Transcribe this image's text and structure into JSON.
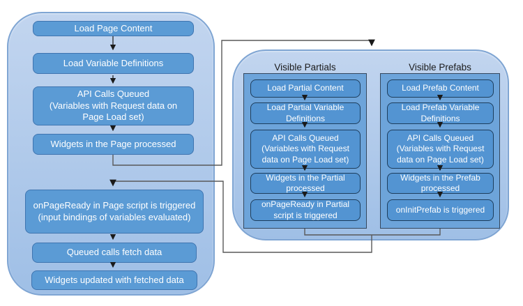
{
  "page": {
    "steps": [
      "Load Page Content",
      "Load Variable Definitions",
      "API Calls Queued\n(Variables with Request data on\nPage Load set)",
      "Widgets in the Page processed",
      "onPageReady in Page script is triggered\n(input bindings of variables evaluated)",
      "Queued calls fetch data",
      "Widgets updated with fetched data"
    ]
  },
  "partials": {
    "title": "Visible Partials",
    "steps": [
      "Load Partial Content",
      "Load Partial Variable\nDefinitions",
      "API Calls Queued\n(Variables with Request\ndata on Page Load set)",
      "Widgets in the Partial\nprocessed",
      "onPageReady in Partial\nscript is triggered"
    ]
  },
  "prefabs": {
    "title": "Visible Prefabs",
    "steps": [
      "Load Prefab Content",
      "Load Prefab Variable\nDefinitions",
      "API Calls Queued\n(Variables with Request\ndata on Page Load set)",
      "Widgets in the Prefab\nprocessed",
      "onInitPrefab is triggered"
    ]
  },
  "colors": {
    "container_fill_top": "#c2d5ef",
    "container_fill_bottom": "#9fbfe6",
    "container_border": "#7fa5d3",
    "box_fill": "#5b9bd5",
    "box_border": "#3e74b0",
    "panel_fill": "#6da4da",
    "panel_border": "#33475e",
    "panel_box_fill": "#5394d2",
    "panel_box_border": "#1d3d5c",
    "connector": "#595959",
    "arrow": "#1a1a1a",
    "heading": "#1a1a1a",
    "text_light": "#ffffff"
  }
}
